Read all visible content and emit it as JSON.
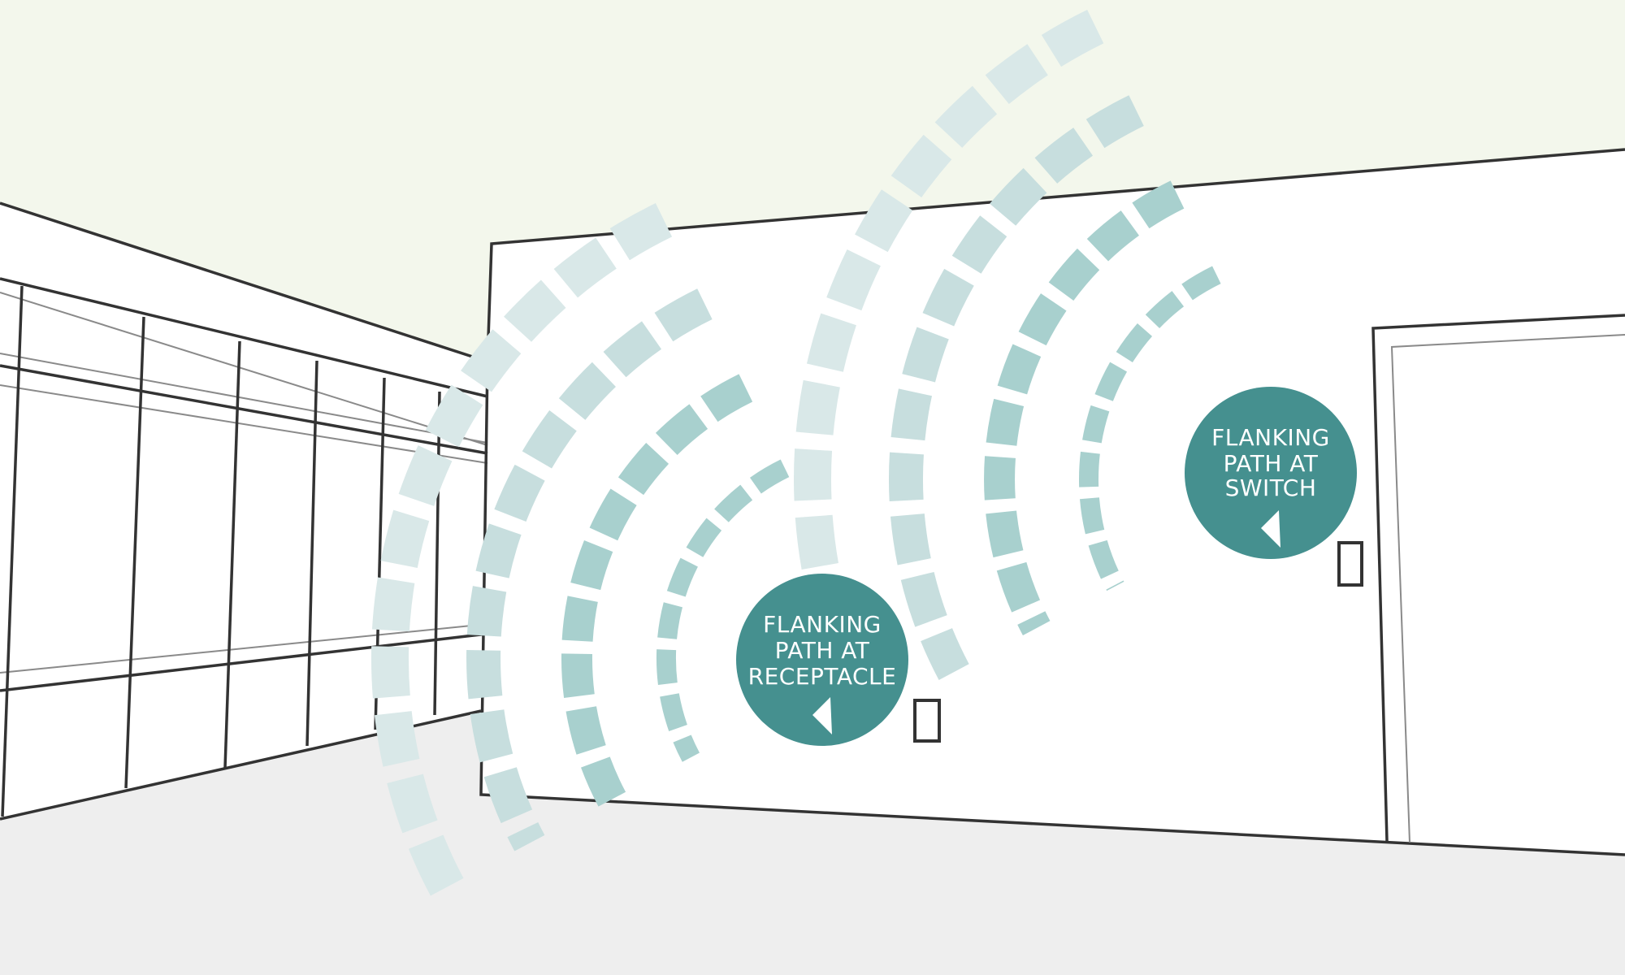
{
  "colors": {
    "ceiling": "#f3f7ec",
    "floor": "#eeeeee",
    "wall": "#ffffff",
    "outline": "#333333",
    "glass_line": "#8a8a8a",
    "badge": "#45908f",
    "wave_light": "#d9e8e8",
    "wave_mid": "#c7dede",
    "wave_dark": "#a8d0ce"
  },
  "callouts": {
    "receptacle": {
      "lines": [
        "FLANKING",
        "PATH AT",
        "RECEPTACLE"
      ],
      "pointer_icon": "left-triangle"
    },
    "switch": {
      "lines": [
        "FLANKING",
        "PATH AT",
        "SWITCH"
      ],
      "pointer_icon": "left-triangle"
    }
  },
  "devices": {
    "receptacle_outlet": "outlet-rectangle",
    "light_switch": "switch-rectangle"
  }
}
